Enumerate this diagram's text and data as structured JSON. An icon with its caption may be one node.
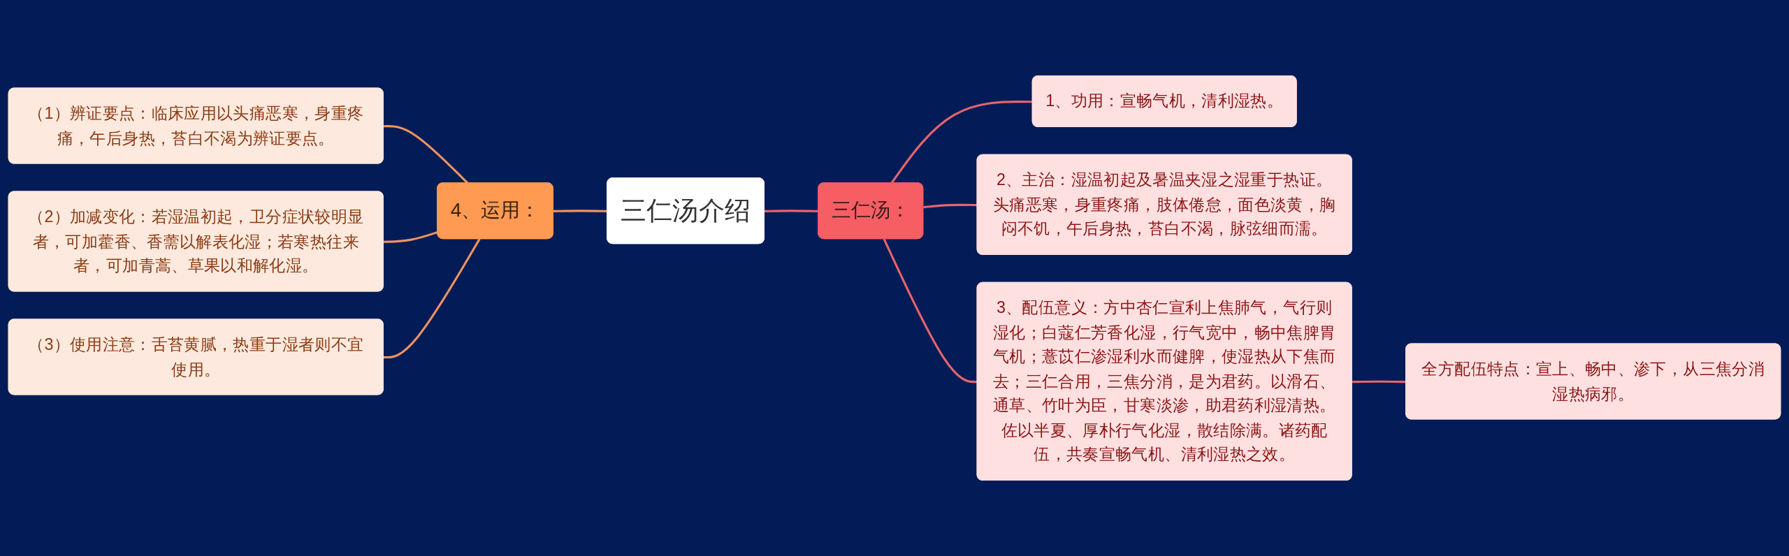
{
  "diagram": {
    "nodes": [
      {
        "text": [
          "三仁汤介绍"
        ]
      },
      {
        "text": [
          "三仁汤："
        ]
      },
      {
        "text": [
          "1、功用：宣畅气机，清利湿热。"
        ]
      },
      {
        "text": [
          "2、主治：湿温初起及暑温夹湿之湿重于热证。头痛恶寒，身重疼痛，肢体倦怠，面色淡黄，胸闷不饥，午后身热，苔白不渴，脉弦细而濡。"
        ]
      },
      {
        "text": [
          "3、配伍意义：方中杏仁宣利上焦肺气，气行则湿化；白蔻仁芳香化湿，行气宽中，畅中焦脾胃气机；薏苡仁渗湿利水而健脾，使湿热从下焦而去；三仁合用，三焦分消，是为君药。以滑石、通草、竹叶为臣，甘寒淡渗，助君药利湿清热。佐以半夏、厚朴行气化湿，散结除满。诸药配伍，共奏宣畅气机、清利湿热之效。"
        ]
      },
      {
        "text": [
          "全方配伍特点：宣上、畅中、渗下，从三焦分消湿热病邪。"
        ]
      },
      {
        "text": [
          "4、运用："
        ]
      },
      {
        "text": [
          "（1）辨证要点：临床应用以头痛恶寒，身重疼痛，午后身热，苔白不渴为辨证要点。"
        ]
      },
      {
        "text": [
          "（2）加减变化：若湿温初起，卫分症状较明显者，可加藿香、香薷以解表化湿；若寒热往来者，可加青蒿、草果以和解化湿。"
        ]
      },
      {
        "text": [
          "（3）使用注意：舌苔黄腻，热重于湿者则不宜使用。"
        ]
      }
    ],
    "edges": [
      {
        "from": 0,
        "to": 1,
        "arrow": "none"
      },
      {
        "from": 1,
        "to": 2,
        "arrow": "none"
      },
      {
        "from": 1,
        "to": 3,
        "arrow": "none"
      },
      {
        "from": 1,
        "to": 4,
        "arrow": "none"
      },
      {
        "from": 4,
        "to": 5,
        "arrow": "none"
      },
      {
        "from": 6,
        "to": 0,
        "arrow": "none",
        "color": "#f0945e"
      },
      {
        "from": 7,
        "to": 6,
        "arrow": "none",
        "color": "#f0945e"
      },
      {
        "from": 8,
        "to": 6,
        "arrow": "none",
        "color": "#f0945e"
      },
      {
        "from": 9,
        "to": 6,
        "arrow": "none",
        "color": "#f0945e"
      }
    ]
  }
}
